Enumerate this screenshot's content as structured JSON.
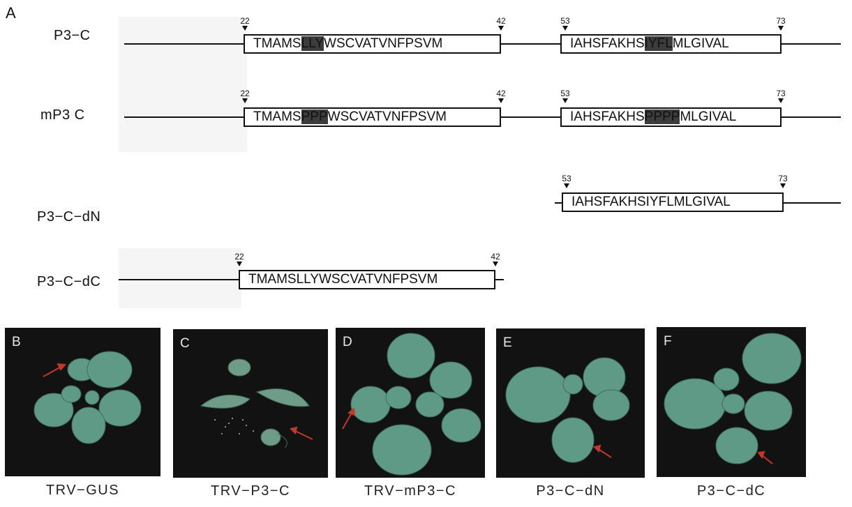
{
  "panel_a": {
    "letter": "A",
    "rows": [
      {
        "label": "P3−C",
        "box1": {
          "pre": "TMAMS",
          "hl": "LLY",
          "post": "WSCVATVNFPSVM",
          "start": "22",
          "end": "42"
        },
        "box2": {
          "pre": "IAHSFAKHS",
          "hl": "IYFL",
          "post": "MLGIVAL",
          "start": "53",
          "end": "73"
        }
      },
      {
        "label": "mP3 C",
        "box1": {
          "pre": "TMAMS",
          "hl": "PPP",
          "post": "WSCVATVNFPSVM",
          "start": "22",
          "end": "42"
        },
        "box2": {
          "pre": "IAHSFAKHS",
          "hl": "PPPP",
          "post": "MLGIVAL",
          "start": "53",
          "end": "73"
        }
      },
      {
        "label": "P3−C−dN",
        "box2": {
          "text": "IAHSFAKHSIYFLMLGIVAL",
          "start": "53",
          "end": "73"
        }
      },
      {
        "label": "P3−C−dC",
        "box1": {
          "text": "TMAMSLLYWSCVATVNFPSVM",
          "start": "22",
          "end": "42"
        }
      }
    ]
  },
  "photos": [
    {
      "letter": "B",
      "caption": "TRV−GUS"
    },
    {
      "letter": "C",
      "caption": "TRV−P3−C"
    },
    {
      "letter": "D",
      "caption": "TRV−mP3−C"
    },
    {
      "letter": "E",
      "caption": "P3−C−dN"
    },
    {
      "letter": "F",
      "caption": "P3−C−dC"
    }
  ],
  "colors": {
    "highlight": "#3c3c3c",
    "arrow": "#c0392b",
    "leaf": "#5f9a86",
    "photo_bg": "#121212"
  }
}
